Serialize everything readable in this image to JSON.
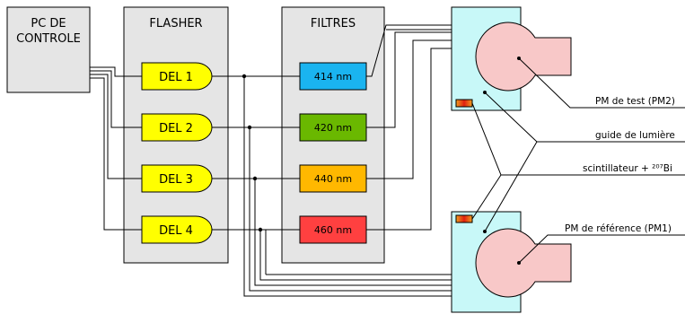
{
  "blocks": {
    "pc": {
      "line1": "PC DE",
      "line2": "CONTROLE"
    },
    "flasher": {
      "title": "FLASHER"
    },
    "filtres": {
      "title": "FILTRES"
    }
  },
  "leds": [
    {
      "label": "DEL 1"
    },
    {
      "label": "DEL 2"
    },
    {
      "label": "DEL 3"
    },
    {
      "label": "DEL 4"
    }
  ],
  "filters": [
    {
      "label": "414 nm",
      "color": "#1ab4f0"
    },
    {
      "label": "420 nm",
      "color": "#6ab800"
    },
    {
      "label": "440 nm",
      "color": "#ffb800"
    },
    {
      "label": "460 nm",
      "color": "#ff4040"
    }
  ],
  "labels": {
    "pm_test": "PM de test (PM2)",
    "light_guide": "guide de lumière",
    "scintillator": "scintillateur + ²⁰⁷Bi",
    "pm_reference": "PM de référence (PM1)"
  },
  "colors": {
    "block_fill": "#e5e5e5",
    "led_fill": "#ffff00",
    "guide_fill": "#c8f8f8",
    "pm_fill": "#f8c8c8",
    "scintillator_fill": "#f07020"
  }
}
